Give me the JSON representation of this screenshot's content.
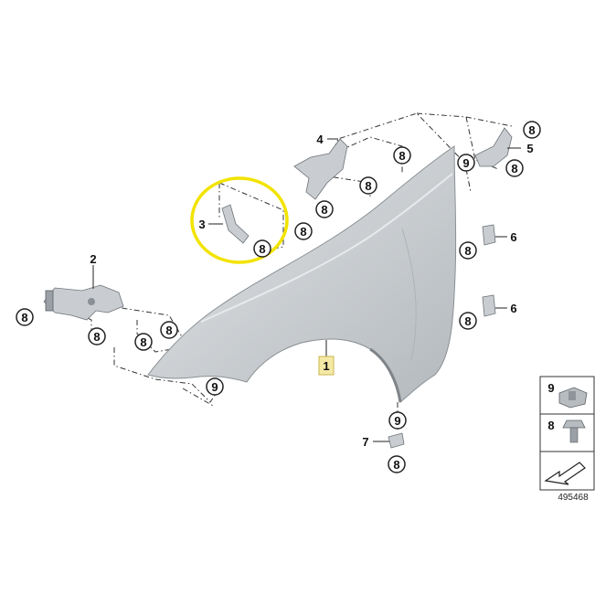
{
  "diagram": {
    "main_part_label": "1",
    "part_labels": {
      "p2": "2",
      "p3": "3",
      "p4": "4",
      "p5": "5",
      "p6a": "6",
      "p6b": "6",
      "p7": "7"
    },
    "fastener_8": "8",
    "fastener_9": "9",
    "legend": {
      "item_9": "9",
      "item_8": "8"
    },
    "reference_number": "495468",
    "colors": {
      "highlight_circle": "#f2e300",
      "label_1_bg": "#f6e9a6",
      "panel_fill": "#cfd3d6"
    }
  }
}
